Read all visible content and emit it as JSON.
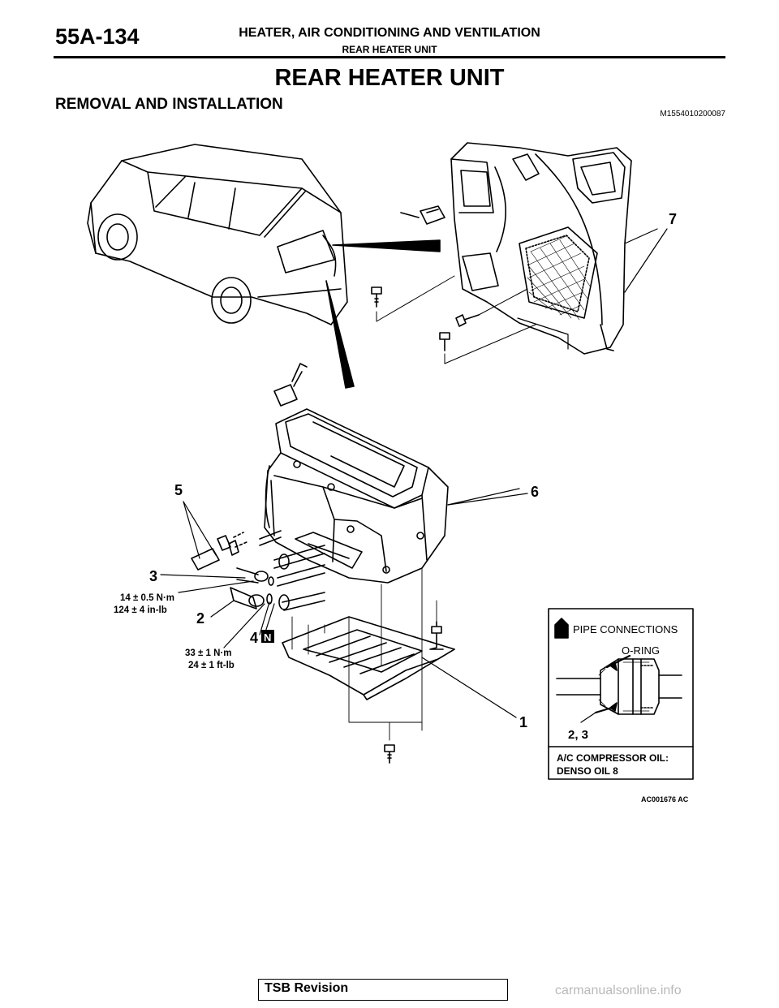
{
  "header": {
    "page_number": "55A-134",
    "title": "HEATER, AIR CONDITIONING AND VENTILATION",
    "subtitle": "REAR HEATER UNIT"
  },
  "main_title": "REAR HEATER UNIT",
  "section_heading": "REMOVAL AND INSTALLATION",
  "doc_code": "M1554010200087",
  "diagram": {
    "callouts": [
      "1",
      "2",
      "3",
      "4",
      "5",
      "6",
      "7"
    ],
    "torque_specs": {
      "spec_a_metric": "14 ± 0.5 N·m",
      "spec_a_imperial": "124 ± 4 in-lb",
      "spec_b_metric": "33 ± 1 N·m",
      "spec_b_imperial": "24 ± 1 ft-lb"
    },
    "new_part_mark": "N",
    "inset": {
      "title": "PIPE CONNECTIONS",
      "oring_label": "O-RING",
      "parts_label": "2, 3",
      "oil_line1": "A/C COMPRESSOR OIL:",
      "oil_line2": "DENSO OIL 8"
    },
    "figure_code": "AC001676 AC"
  },
  "footer": {
    "tsb_label": "TSB Revision",
    "watermark": "carmanualsonline.info"
  }
}
